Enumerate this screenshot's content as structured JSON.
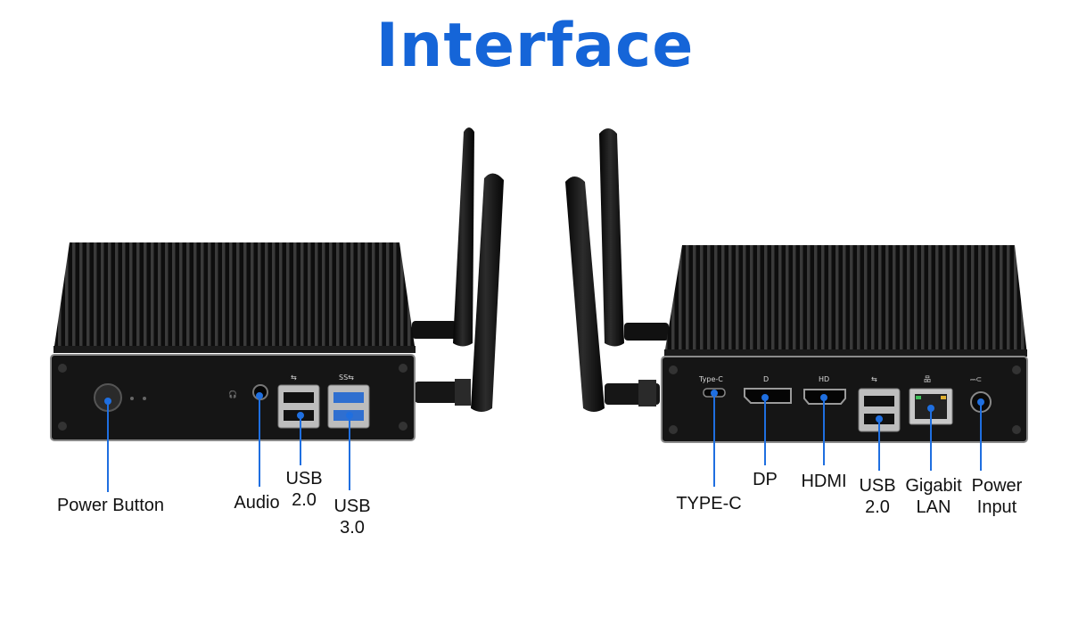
{
  "title": "Interface",
  "left_labels": {
    "power_button": "Power Button",
    "audio": "Audio",
    "usb20": "USB\n2.0",
    "usb30": "USB\n3.0"
  },
  "right_labels": {
    "type_c": "TYPE-C",
    "dp": "DP",
    "hdmi": "HDMI",
    "usb20": "USB\n2.0",
    "lan": "Gigabit\nLAN",
    "power_input": "Power\nInput"
  },
  "port_markings": {
    "type_c": "Type-C",
    "hd": "HD"
  },
  "colors": {
    "title": "#1565d8",
    "callout_line": "#1f6fe0",
    "chassis": "#151515",
    "usb3_blue": "#2f6fd0"
  }
}
